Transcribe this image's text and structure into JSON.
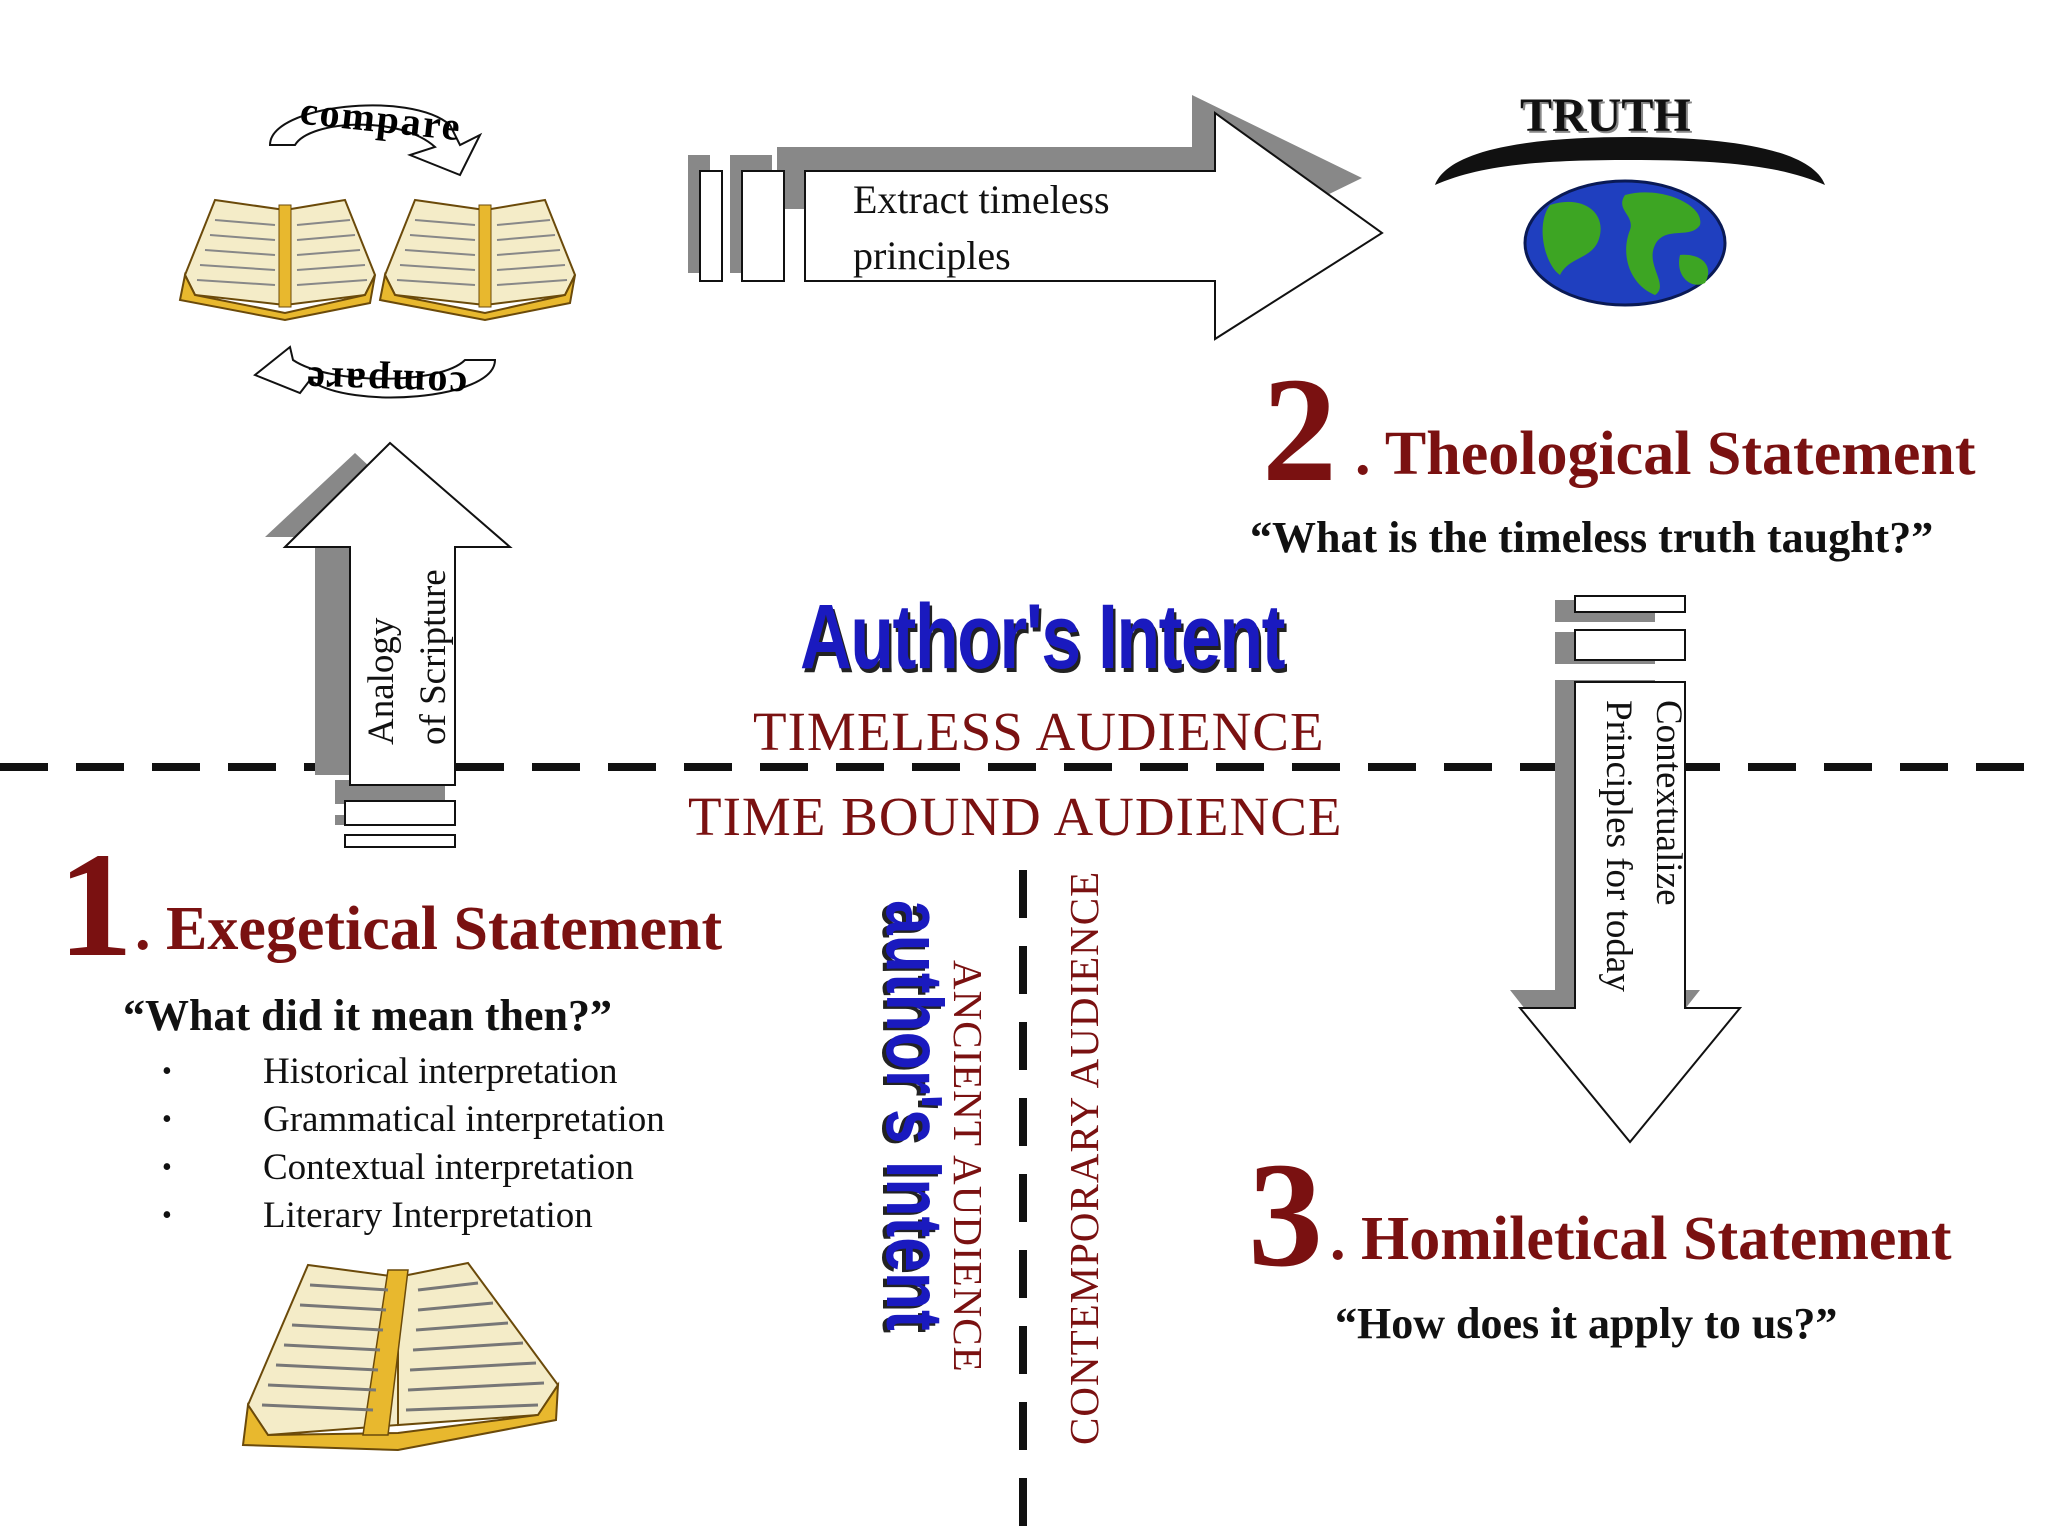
{
  "top": {
    "compare_top_label": "compare",
    "compare_bottom_label": "compare",
    "extract_label_line1": "Extract timeless",
    "extract_label_line2": "principles",
    "truth_label": "TRUTH"
  },
  "analogy": {
    "line1": "Analogy",
    "line2": "of Scripture"
  },
  "contextualize": {
    "line1": "Contextualize",
    "line2": "Principles for today"
  },
  "center": {
    "authors_intent": "Author's Intent",
    "timeless_audience": "TIMELESS AUDIENCE",
    "time_bound_audience": "TIME BOUND AUDIENCE",
    "authors_intent_vertical": "author's Intent",
    "ancient_audience": "ANCIENT AUDIENCE",
    "contemporary_audience": "CONTEMPORARY AUDIENCE"
  },
  "steps": {
    "exegetical": {
      "number": "1",
      "title": ". Exegetical Statement",
      "question": "“What did it mean then?”",
      "bullets": [
        "Historical interpretation",
        "Grammatical interpretation",
        "Contextual interpretation",
        "Literary Interpretation"
      ]
    },
    "theological": {
      "number": "2",
      "title": ". Theological Statement",
      "question": "“What is the timeless truth taught?”"
    },
    "homiletical": {
      "number": "3",
      "title": ". Homiletical Statement",
      "question": "“How does it apply to us?”"
    }
  },
  "colors": {
    "dark_red": "#7a1111",
    "blue": "#1a1abf",
    "book_gold": "#e8b82e",
    "ocean": "#1f3fbf",
    "land": "#3da523"
  },
  "icons": [
    "open-bible-icon",
    "globe-icon",
    "curved-arrow-icon"
  ]
}
